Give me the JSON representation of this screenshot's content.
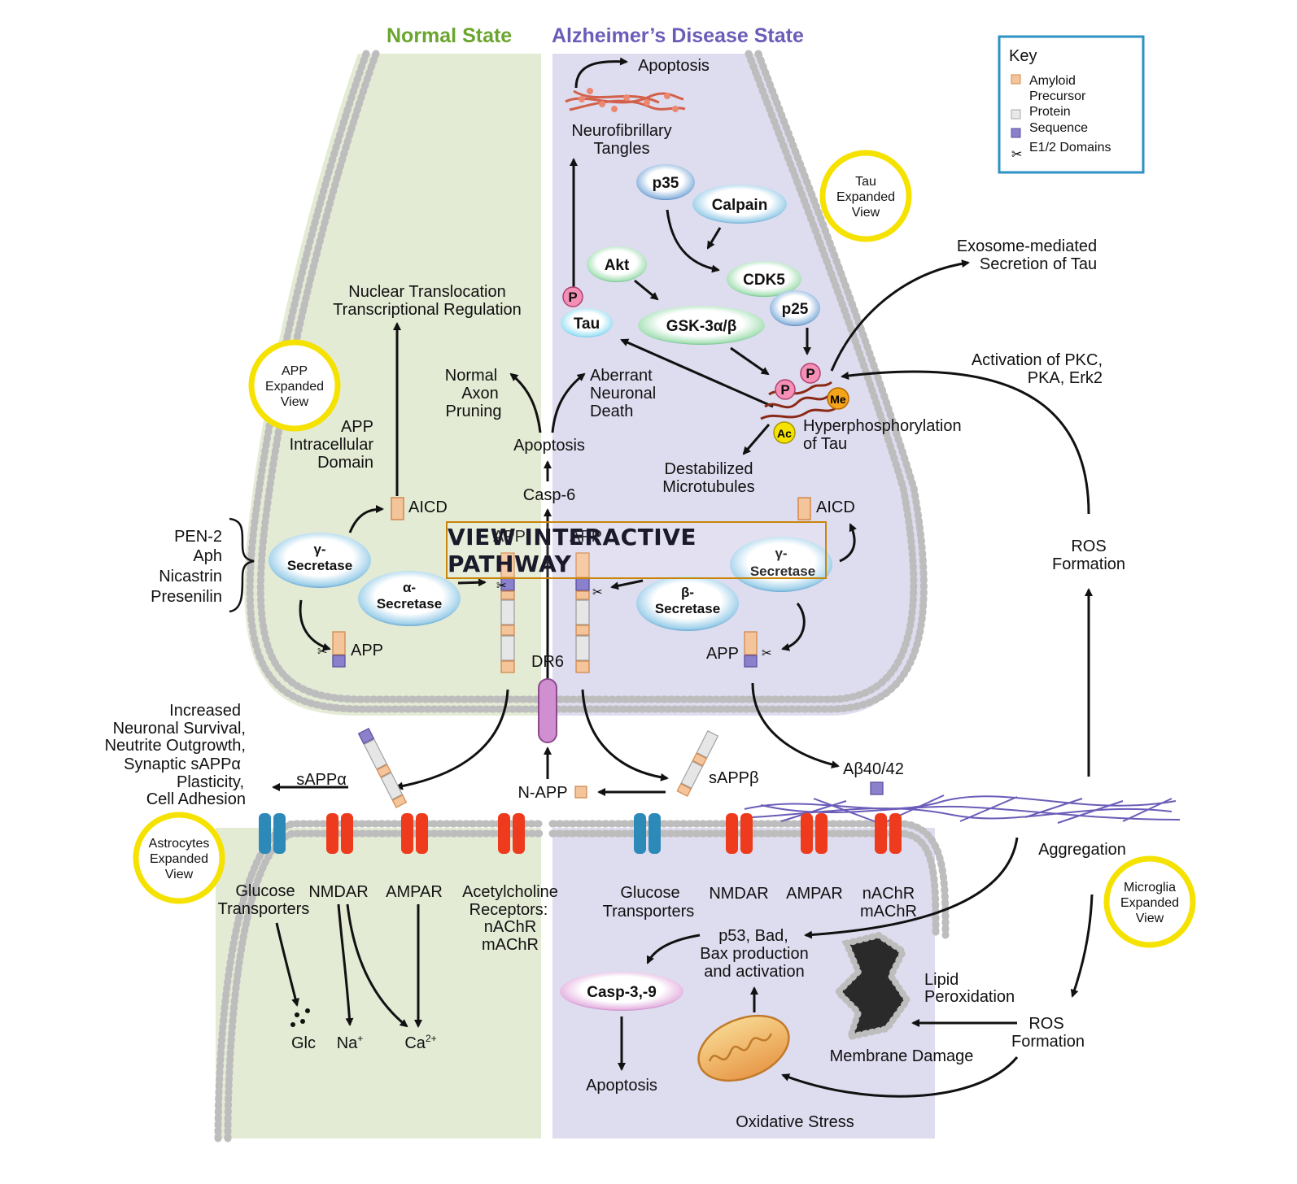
{
  "states": {
    "normal": "Normal State",
    "alzheimers": "Alzheimer’s Disease State"
  },
  "key": {
    "title": "Key",
    "items": [
      "Amyloid",
      "Precursor",
      "Protein",
      "Sequence",
      "E1/2 Domains"
    ]
  },
  "expanded_views": {
    "tau": [
      "Tau",
      "Expanded",
      "View"
    ],
    "app": [
      "APP",
      "Expanded",
      "View"
    ],
    "astrocytes": [
      "Astrocytes",
      "Expanded",
      "View"
    ],
    "microglia": [
      "Microglia",
      "Expanded",
      "View"
    ]
  },
  "interactive_button": "VIEW INTERACTIVE PATHWAY",
  "proteins": {
    "p35": "p35",
    "calpain": "Calpain",
    "akt": "Akt",
    "cdk5": "CDK5",
    "p25": "p25",
    "gsk3": "GSK-3α/β",
    "tau": "Tau",
    "p": "P",
    "me": "Me",
    "ac": "Ac",
    "gamma_secretase_left": [
      "γ-",
      "Secretase"
    ],
    "alpha_secretase": [
      "α-",
      "Secretase"
    ],
    "gamma_secretase_right": [
      "γ-",
      "Secretase"
    ],
    "beta_secretase": [
      "β-",
      "Secretase"
    ],
    "casp39": "Casp-3,-9"
  },
  "labels": {
    "apoptosis_top": "Apoptosis",
    "nft": [
      "Neurofibrillary",
      "Tangles"
    ],
    "exosome": [
      "Exosome-mediated",
      "Secretion of Tau"
    ],
    "activation": [
      "Activation of PKC,",
      "PKA, Erk2"
    ],
    "nuclear": [
      "Nuclear Translocation",
      "Transcriptional Regulation"
    ],
    "normal_axon": [
      "Normal",
      "Axon",
      "Pruning"
    ],
    "aberrant": [
      "Aberrant",
      "Neuronal",
      "Death"
    ],
    "apoptosis_mid": "Apoptosis",
    "hyperphos": [
      "Hyperphosphorylation",
      "of Tau"
    ],
    "destab": [
      "Destabilized",
      "Microtubules"
    ],
    "aicd_domain": [
      "APP",
      "Intracellular",
      "Domain"
    ],
    "aicd": "AICD",
    "casp6": "Casp-6",
    "pen2": [
      "PEN-2",
      "Aph",
      "Nicastrin",
      "Presenilin"
    ],
    "app": "APP",
    "dr6": "DR6",
    "ros_top": [
      "ROS",
      "Formation"
    ],
    "increased": [
      "Increased",
      "Neuronal Survival,",
      "Neutrite Outgrowth,",
      "Synaptic sAPPα",
      "Plasticity,",
      "Cell Adhesion"
    ],
    "sappa": "sAPPα",
    "sappb": "sAPPβ",
    "napp": "N-APP",
    "abeta": "Aβ40/42",
    "aggregation": "Aggregation",
    "glucose": [
      "Glucose",
      "Transporters"
    ],
    "nmdar": "NMDAR",
    "ampar": "AMPAR",
    "ach": [
      "Acetylcholine",
      "Receptors:",
      "nAChR",
      "mAChR"
    ],
    "nachr": [
      "nAChR",
      "mAChR"
    ],
    "p53": [
      "p53, Bad,",
      "Bax production",
      "and activation"
    ],
    "lipid": [
      "Lipid",
      "Peroxidation"
    ],
    "ros_bottom": [
      "ROS",
      "Formation"
    ],
    "membrane_damage": "Membrane Damage",
    "apoptosis_bottom": "Apoptosis",
    "oxidative": "Oxidative Stress",
    "glc": "Glc",
    "na": "Na",
    "na_sup": "+",
    "ca": "Ca",
    "ca_sup": "2+"
  },
  "colors": {
    "normal_bg": "#e3ebd5",
    "ad_bg": "#dedcef",
    "green_title": "#6aa52e",
    "purple_title": "#6a5cb8",
    "app_orange": "#f4c49b",
    "app_gray": "#e2e2e2",
    "e12_purple": "#8a80cc",
    "receptor_red": "#ee3b1e",
    "glucose_blue": "#2d8ab8",
    "highlight_yellow": "#f5e200",
    "key_border": "#2d92c4"
  }
}
